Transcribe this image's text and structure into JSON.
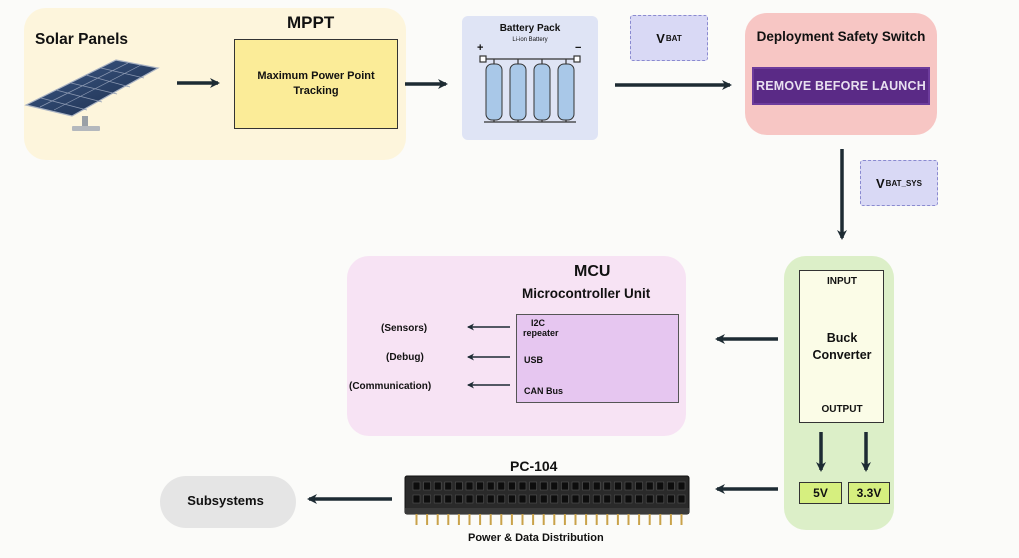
{
  "solar": {
    "title": "Solar Panels"
  },
  "mppt": {
    "title": "MPPT",
    "box_text": "Maximum Power Point Tracking"
  },
  "battery": {
    "title": "Battery Pack",
    "subtitle": "Li-ion Battery",
    "plus": "+",
    "minus": "−"
  },
  "vbat": {
    "main": "V",
    "sub": "BAT"
  },
  "switch": {
    "title": "Deployment Safety Switch",
    "tag": "REMOVE BEFORE LAUNCH"
  },
  "vbat_sys": {
    "main": "V",
    "sub": "BAT_SYS"
  },
  "buck": {
    "input": "INPUT",
    "title": "Buck Converter",
    "output": "OUTPUT",
    "out_5v": "5V",
    "out_33v": "3.3V"
  },
  "mcu": {
    "title": "MCU",
    "subtitle": "Microcontroller Unit",
    "ports": [
      {
        "name": "I2C\nrepeater",
        "target": "(Sensors)"
      },
      {
        "name": "USB",
        "target": "(Debug)"
      },
      {
        "name": "CAN Bus",
        "target": "(Communication)"
      }
    ]
  },
  "pc104": {
    "title": "PC-104",
    "caption": "Power & Data Distribution"
  },
  "subsystems": {
    "label": "Subsystems"
  }
}
